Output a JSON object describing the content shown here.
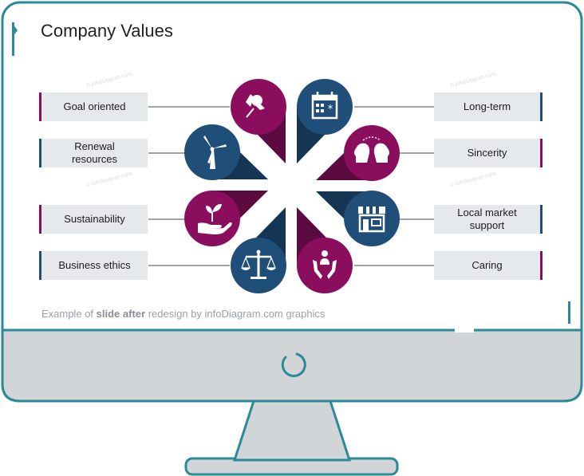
{
  "slide": {
    "title": "Company Values",
    "caption": {
      "prefix": "Example of ",
      "emphasis": "slide after",
      "suffix": " redesign by infoDiagram.com graphics"
    },
    "watermark": "© infoDiagram.com"
  },
  "colors": {
    "purple": "#8b0e5e",
    "purple_dark": "#5c0b40",
    "blue": "#1f4e79",
    "blue_dark": "#143553",
    "teal": "#2b8a98",
    "monitor_stand": "#d1d5d8"
  },
  "values": [
    {
      "label": "Goal oriented",
      "side": "left",
      "icon": "push-pin-icon",
      "color": "purple"
    },
    {
      "label": "Renewal\nresources",
      "side": "left",
      "icon": "wind-turbine-icon",
      "color": "blue"
    },
    {
      "label": "Sustainability",
      "side": "left",
      "icon": "plant-in-hand-icon",
      "color": "purple"
    },
    {
      "label": "Business ethics",
      "side": "left",
      "icon": "scales-icon",
      "color": "blue"
    },
    {
      "label": "Long-term",
      "side": "right",
      "icon": "calendar-icon",
      "color": "blue"
    },
    {
      "label": "Sincerity",
      "side": "right",
      "icon": "two-heads-icon",
      "color": "purple"
    },
    {
      "label": "Local market\nsupport",
      "side": "right",
      "icon": "shop-icon",
      "color": "blue"
    },
    {
      "label": "Caring",
      "side": "right",
      "icon": "caring-hands-icon",
      "color": "purple"
    }
  ]
}
